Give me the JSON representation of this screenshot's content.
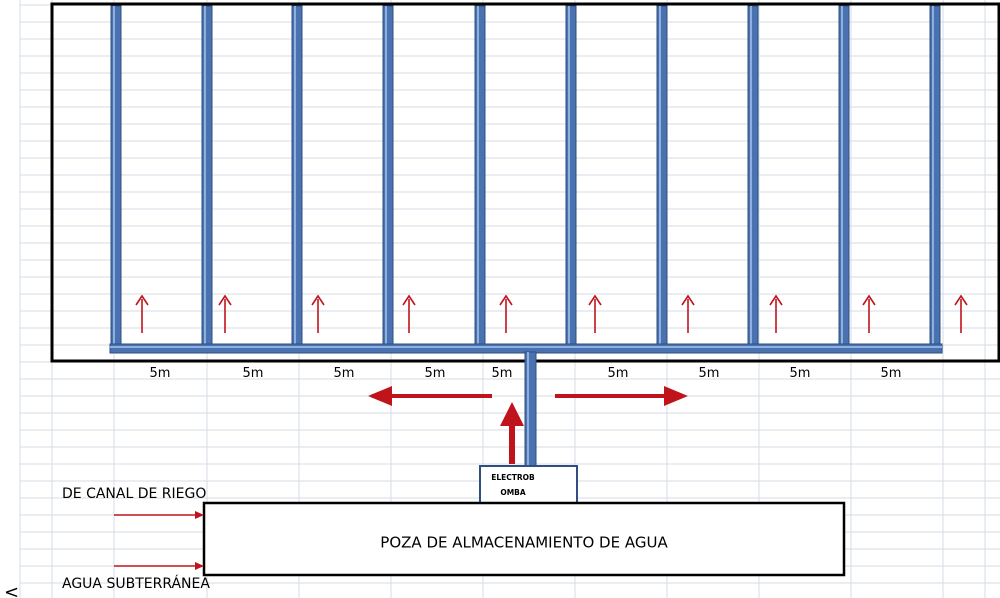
{
  "diagram": {
    "spacing_labels": [
      "5m",
      "5m",
      "5m",
      "5m",
      "5m",
      "5m",
      "5m",
      "5m",
      "5m"
    ],
    "pump_label_lines": [
      "ELECTROB",
      "OMBA"
    ],
    "pond_label": "POZA DE ALMACENAMIENTO DE AGUA",
    "sources": [
      "DE CANAL DE RIEGO",
      "AGUA SUBTERRÁNEA"
    ],
    "stray_glyph": "<",
    "colors": {
      "pipe": "#4a72b0",
      "flow_arrow": "#c0141c",
      "field_border": "#000000",
      "grid": "#d6dce5"
    }
  }
}
